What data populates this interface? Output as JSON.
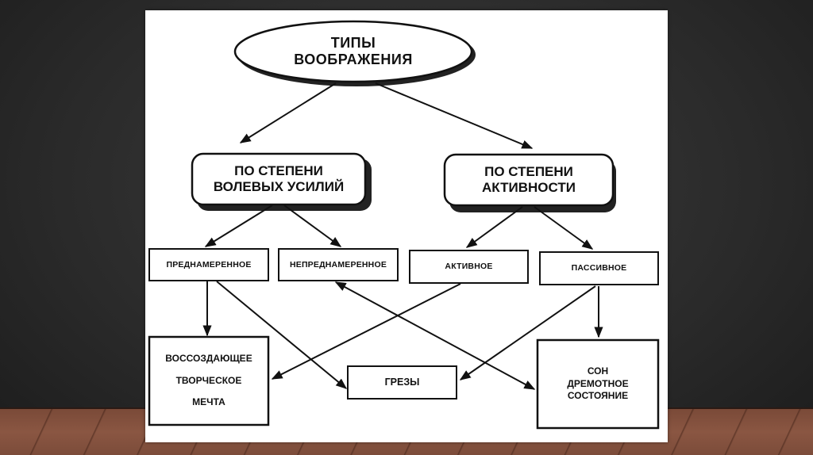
{
  "diagram": {
    "root": {
      "line1": "ТИПЫ",
      "line2": "ВООБРАЖЕНИЯ"
    },
    "categories": [
      {
        "line1": "ПО СТЕПЕНИ",
        "line2": "ВОЛЕВЫХ УСИЛИЙ"
      },
      {
        "line1": "ПО СТЕПЕНИ",
        "line2": "АКТИВНОСТИ"
      }
    ],
    "types": [
      "ПРЕДНАМЕРЕННОЕ",
      "НЕПРЕДНАМЕРЕННОЕ",
      "АКТИВНОЕ",
      "ПАССИВНОЕ"
    ],
    "results": {
      "left": [
        "ВОССОЗДАЮЩЕЕ",
        "ТВОРЧЕСКОЕ",
        "МЕЧТА"
      ],
      "middle": "ГРЕЗЫ",
      "right": [
        "СОН",
        "ДРЕМОТНОЕ",
        "СОСТОЯНИЕ"
      ]
    }
  },
  "colors": {
    "ink": "#111111",
    "paper": "#ffffff",
    "background": "#2e2e2e",
    "floor": "#82503d"
  }
}
